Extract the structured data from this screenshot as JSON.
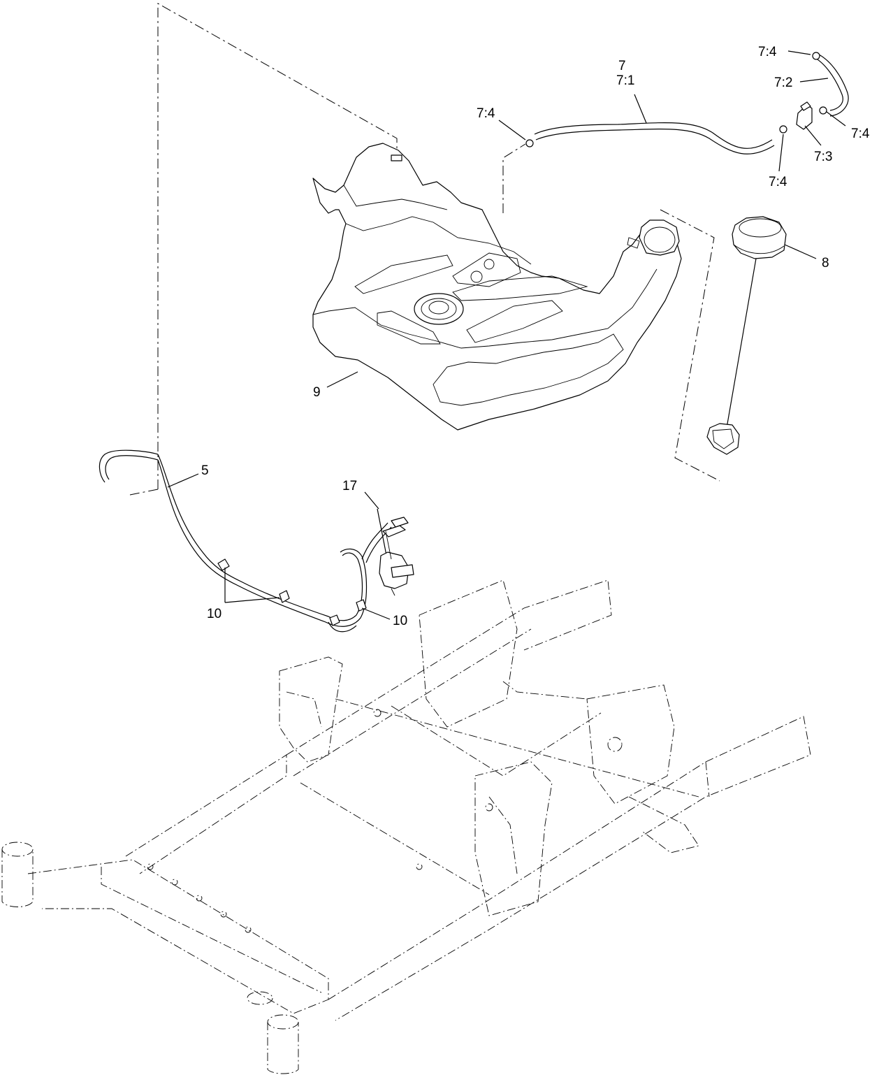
{
  "callouts": {
    "c7": "7",
    "c7_1": "7:1",
    "c7_4_top": "7:4",
    "c7_4_left": "7:4",
    "c7_2": "7:2",
    "c7_4_right": "7:4",
    "c7_3": "7:3",
    "c7_4_bottom": "7:4",
    "c8": "8",
    "c9": "9",
    "c5": "5",
    "c17": "17",
    "c10_left": "10",
    "c10_right": "10"
  },
  "colors": {
    "line": "#000000",
    "background": "#ffffff"
  }
}
